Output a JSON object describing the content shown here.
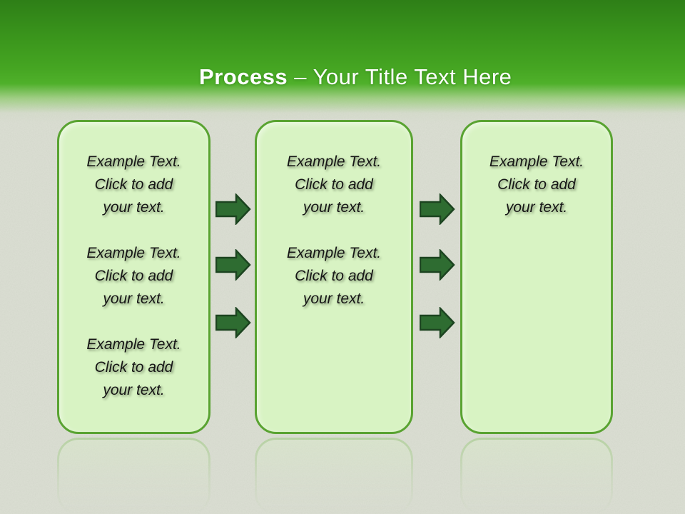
{
  "slide": {
    "title": {
      "bold": "Process",
      "rest": " – Your Title Text Here"
    },
    "columns": [
      {
        "name": "step-1",
        "paragraphs": [
          "Example Text.\nClick  to add\nyour text.",
          "Example Text.\nClick  to add\nyour text.",
          "Example Text.\nClick  to add\nyour text."
        ]
      },
      {
        "name": "step-2",
        "paragraphs": [
          "Example Text.\nClick  to add\nyour text.",
          "Example Text.\nClick  to add\nyour text."
        ]
      },
      {
        "name": "step-3",
        "paragraphs": [
          "Example Text.\nClick  to add\nyour text."
        ]
      }
    ],
    "arrow_columns": [
      {
        "between": "step-1 and step-2",
        "count": 3
      },
      {
        "between": "step-2 and step-3",
        "count": 3
      }
    ],
    "colors": {
      "header_green_top": "#2e7f17",
      "header_green_bright": "#4fb02a",
      "background": "#d3d7cb",
      "box_fill": "#d8f3c3",
      "box_border": "#59a331",
      "arrow_fill": "#2e6c31",
      "arrow_stroke": "#1c4420",
      "title_color": "#ffffff",
      "body_text_color": "#161616"
    }
  }
}
